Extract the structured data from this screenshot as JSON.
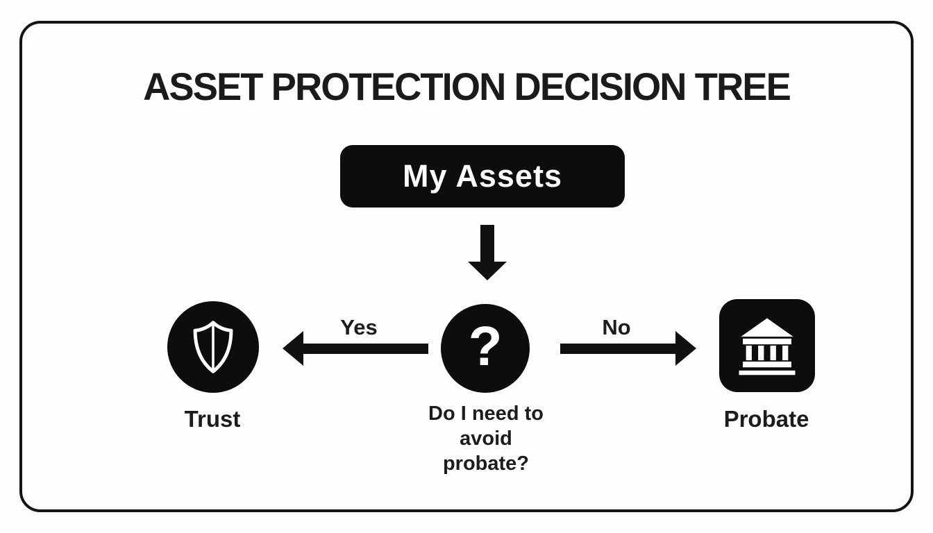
{
  "title": "ASSET PROTECTION DECISION TREE",
  "root": {
    "label": "My Assets"
  },
  "decision": {
    "symbol": "?",
    "question_lines": [
      "Do I need to",
      "avoid",
      "probate?"
    ]
  },
  "branches": {
    "yes": {
      "label": "Yes",
      "outcome": "Trust",
      "icon": "shield-icon"
    },
    "no": {
      "label": "No",
      "outcome": "Probate",
      "icon": "bank-icon"
    }
  },
  "colors": {
    "ink": "#111111",
    "node_fill": "#0d0d0d",
    "text_on_node": "#ffffff",
    "card_border": "#141414",
    "card_bg": "#fefefe",
    "page_bg": "#fdfdfd"
  }
}
